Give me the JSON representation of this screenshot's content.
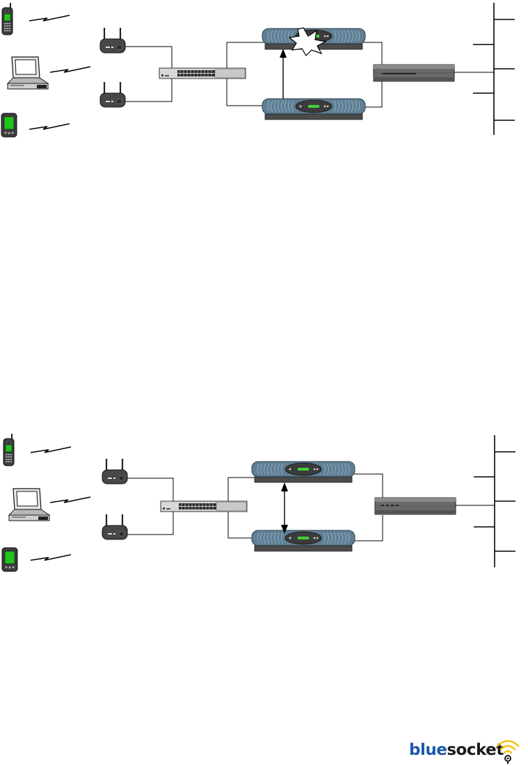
{
  "logo": {
    "brand_part1": "blue",
    "brand_part2": "socket",
    "colors": {
      "blue": "#1d5aa8",
      "dark": "#1a1a1a",
      "signal": "#f0c419"
    }
  },
  "colors": {
    "appliance_body": "#5f7f95",
    "appliance_base": "#4b4b4b",
    "device_dark": "#3c3c3c",
    "screen_green": "#22c41c",
    "line": "#000000"
  },
  "diagrams": [
    {
      "id": "failover-fault",
      "state": "primary appliance failed",
      "clients": [
        "phone-icon",
        "laptop-icon",
        "pda-icon"
      ],
      "access_points": 2,
      "network_servers": 5
    },
    {
      "id": "failover-normal",
      "state": "appliances in sync",
      "clients": [
        "phone-icon",
        "laptop-icon",
        "pda-icon"
      ],
      "access_points": 2,
      "network_servers": 5
    }
  ]
}
